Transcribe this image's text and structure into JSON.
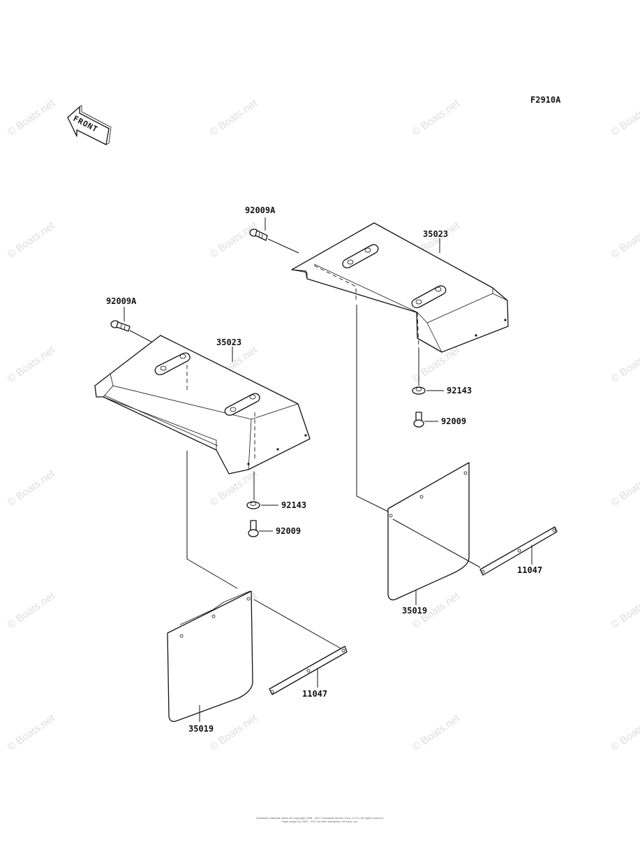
{
  "diagram": {
    "figure_code": "F2910A",
    "front_label": "FRONT",
    "watermark": "© Boats.net",
    "callouts": {
      "bolt_upper_right": "92009A",
      "bolt_left": "92009A",
      "fender_right": "35023",
      "fender_left": "35023",
      "washer_right": "92143",
      "bolt_small_right": "92009",
      "washer_left": "92143",
      "bolt_small_left": "92009",
      "flap_right": "35019",
      "flap_left": "35019",
      "strip_right": "11047",
      "strip_left": "11047"
    },
    "footer_line1": "Kawasaki materials within are copyright 1998 - 2017, Kawasaki Motors Corp. U.S.A. All rights reserved.",
    "footer_line2": "Page design (c) 2001 - 2017 by Web Interaction Services, Inc."
  }
}
